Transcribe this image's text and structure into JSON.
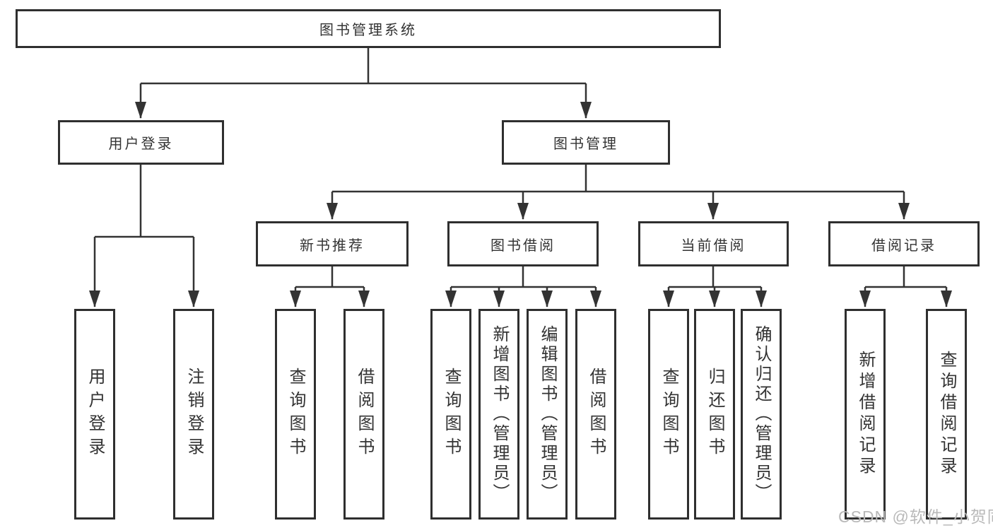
{
  "diagram": {
    "title": "图书管理系统",
    "root": {
      "label": "图书管理系统"
    },
    "level2": [
      {
        "label": "用户登录"
      },
      {
        "label": "图书管理"
      }
    ],
    "level3": [
      {
        "label": "新书推荐",
        "parent": "图书管理"
      },
      {
        "label": "图书借阅",
        "parent": "图书管理"
      },
      {
        "label": "当前借阅",
        "parent": "图书管理"
      },
      {
        "label": "借阅记录",
        "parent": "图书管理"
      }
    ],
    "leaves": [
      {
        "label": "用户登录",
        "parent": "用户登录"
      },
      {
        "label": "注销登录",
        "parent": "用户登录"
      },
      {
        "label": "查询图书",
        "parent": "新书推荐"
      },
      {
        "label": "借阅图书",
        "parent": "新书推荐"
      },
      {
        "label": "查询图书",
        "parent": "图书借阅"
      },
      {
        "label": "新增图书（管理员）",
        "parent": "图书借阅"
      },
      {
        "label": "编辑图书（管理员）",
        "parent": "图书借阅"
      },
      {
        "label": "借阅图书",
        "parent": "图书借阅"
      },
      {
        "label": "查询图书",
        "parent": "当前借阅"
      },
      {
        "label": "归还图书",
        "parent": "当前借阅"
      },
      {
        "label": "确认归还（管理员）",
        "parent": "当前借阅"
      },
      {
        "label": "新增借阅记录",
        "parent": "借阅记录"
      },
      {
        "label": "查询借阅记录",
        "parent": "借阅记录"
      }
    ],
    "colors": {
      "line": "#333333",
      "box_border": "#2f2f2f",
      "text": "#333333",
      "background": "#ffffff",
      "watermark": "#b9b9b9"
    }
  },
  "watermark": {
    "text": "CSDN @软件_小贺同学"
  }
}
